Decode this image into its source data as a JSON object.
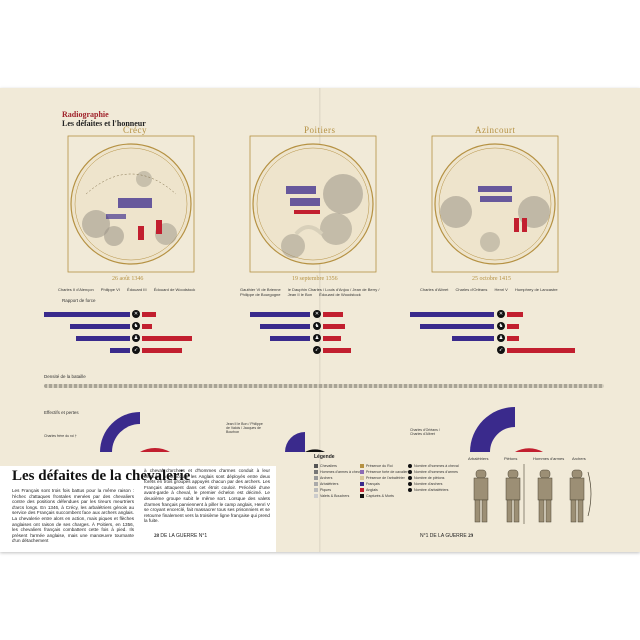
{
  "header": {
    "rubric": "Radiographie",
    "subrubric": "Les défaites et l'honneur"
  },
  "battles": [
    {
      "name": "Crécy",
      "date": "26 août 1346",
      "leaders": [
        "Charles II d'Alençon",
        "Philippe VI",
        "Édouard III",
        "Édouard de Woodstock"
      ]
    },
    {
      "name": "Poitiers",
      "date": "19 septembre 1356",
      "leaders": [
        "Gauthier VI de Brienne",
        "le Dauphin Charles / Louis d'Anjou / Jean de Berry / Philippe de Bourgogne",
        "Jean II le Bon",
        "Édouard de Woodstock"
      ]
    },
    {
      "name": "Azincourt",
      "date": "25 octobre 1415",
      "leaders": [
        "Charles d'Albret",
        "Charles d'Orléans",
        "Henri V",
        "Humphrey de Lancastre"
      ]
    }
  ],
  "sections": {
    "forces": "Rapport de force",
    "density": "Densité de la bataille",
    "losses": "Effectifs et pertes"
  },
  "casualty_notes": [
    "Charles frère du roi †",
    "Jean II le Bon / Philippe de Valois / Jacques de Bourbon",
    "Charles d'Orléans / Charles d'Albret"
  ],
  "article": {
    "title": "Les défaites de la chevalerie",
    "col1": "Les Français sont trois fois battus pour la même raison : l'échec d'attaques frontales menées par des chevaliers contre des positions défendues par les tireurs meurtriers d'arcs longs. En 1346, à Crécy, les arbalétriers génois au service des Français succombent face aux archers anglais. La chevalerie entre alors en action, mais piques et flèches anglaises ont raison de ses charges. À Poitiers, en 1356, les chevaliers français combattent cette fois à pied. Ils présent l'armée anglaise, mais une manœuvre tournante d'un détachement",
    "col2": "à cheval d'archers et d'hommes d'armes conduit à leur déroute. À Azincourt, les Anglais sont déployés entre deux forêts en trois groupes appuyés chacun par des archers. Les Français attaquent dans cet étroit couloir. Précédé d'une avant-garde à cheval, le premier échelon est décimé. Le deuxième groupe subit le même sort. Lorsque des valets d'armes français parviennent à piller le camp anglais, Henri V se croyant encerclé, fait massacrer tous ses prisonniers et se retourne finalement vers la troisième ligne française qui prend la fuite."
  },
  "legend": {
    "title": "Légende",
    "items": [
      "Chevaliers",
      "Hommes d'armes à cheval",
      "Archers",
      "Arbalétriers",
      "Piques",
      "Valets & Bouchers",
      "Présence du Roi",
      "Présence forte de cavalier",
      "Présence de l'arbalétrier",
      "Français",
      "Anglais",
      "Capturés & Morts",
      "Nombre d'hommes à cheval",
      "Nombre d'hommes d'armes",
      "Nombre de piétons",
      "Nombre d'archers",
      "Nombre d'arbalétriers"
    ]
  },
  "soldiers": [
    "Arbalétriers",
    "Piétons",
    "Hommes d'armes",
    "Archers"
  ],
  "footer": {
    "left_page": "28",
    "left_mag": "DE LA GUERRE N°1",
    "right_mag": "N°1 DE LA GUERRE",
    "right_page": "29"
  },
  "colors": {
    "french": "#3a2a8c",
    "english": "#c21f2f",
    "gold": "#b59142",
    "paper": "#f1ead8"
  }
}
